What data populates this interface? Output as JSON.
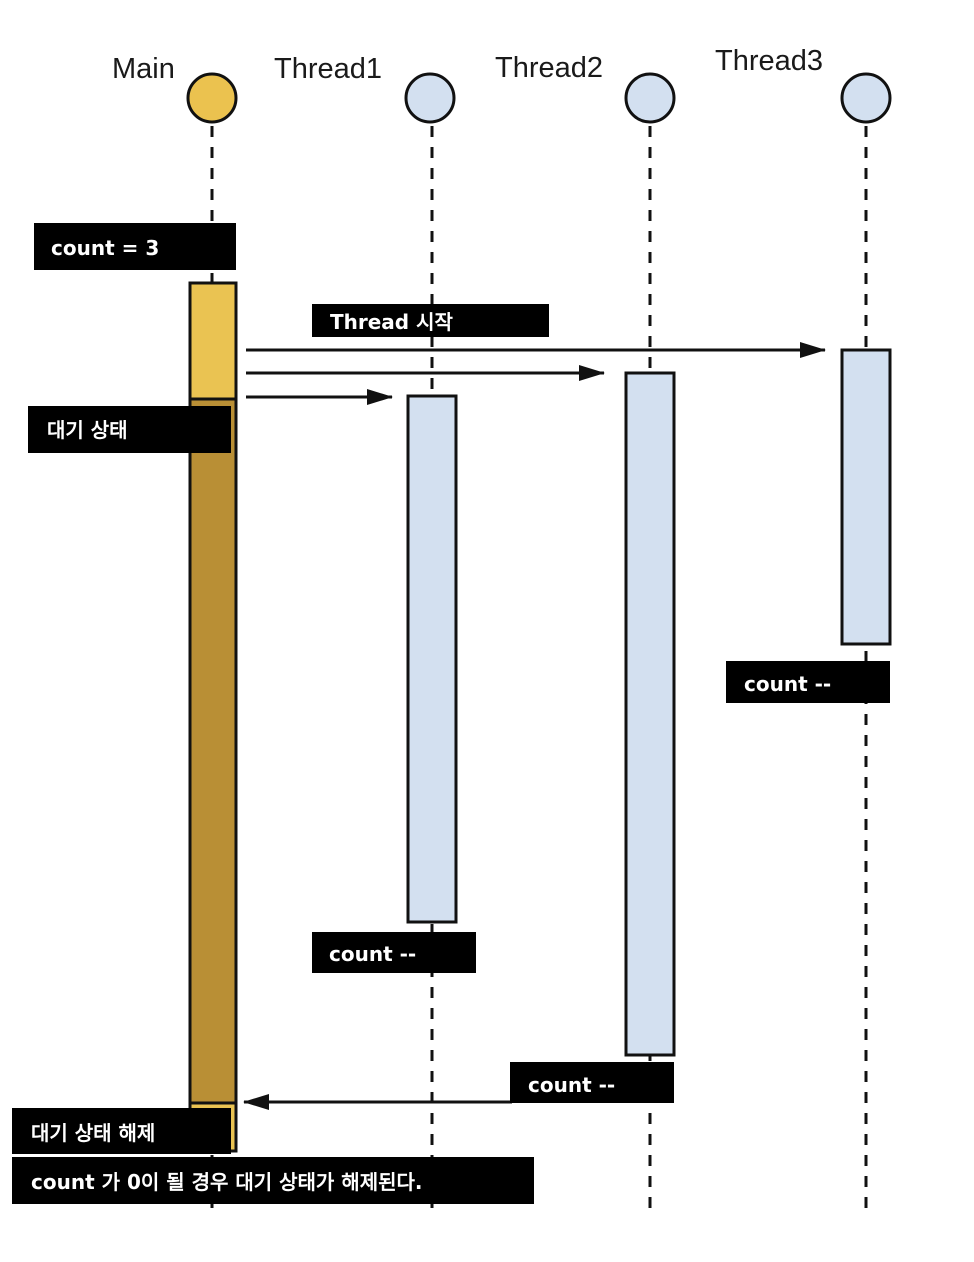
{
  "colors": {
    "main_head": "#ebc24f",
    "main_activation_start": "#eac352",
    "main_activation_waiting": "#b98f35",
    "thread": "#d3e0f0",
    "outline": "#111111",
    "note_background": "#000000",
    "note_text": "#ffffff"
  },
  "participants": [
    {
      "id": "main",
      "label": "Main"
    },
    {
      "id": "thread1",
      "label": "Thread1"
    },
    {
      "id": "thread2",
      "label": "Thread2"
    },
    {
      "id": "thread3",
      "label": "Thread3"
    }
  ],
  "notes": {
    "count_init": "count = 3",
    "thread_start": "Thread 시작",
    "waiting": "대기 상태",
    "thread3_decrement": "count --",
    "thread1_decrement": "count --",
    "thread2_decrement": "count --",
    "waiting_released": "대기 상태 해제",
    "explanation": "count 가 0이 될 경우 대기 상태가 해제된다."
  },
  "messages": [
    {
      "from": "main",
      "to": "thread3",
      "label": "Thread 시작"
    },
    {
      "from": "main",
      "to": "thread2",
      "label": "Thread 시작"
    },
    {
      "from": "main",
      "to": "thread1",
      "label": "Thread 시작"
    },
    {
      "from": "thread2",
      "to": "main",
      "label": "count --"
    }
  ]
}
